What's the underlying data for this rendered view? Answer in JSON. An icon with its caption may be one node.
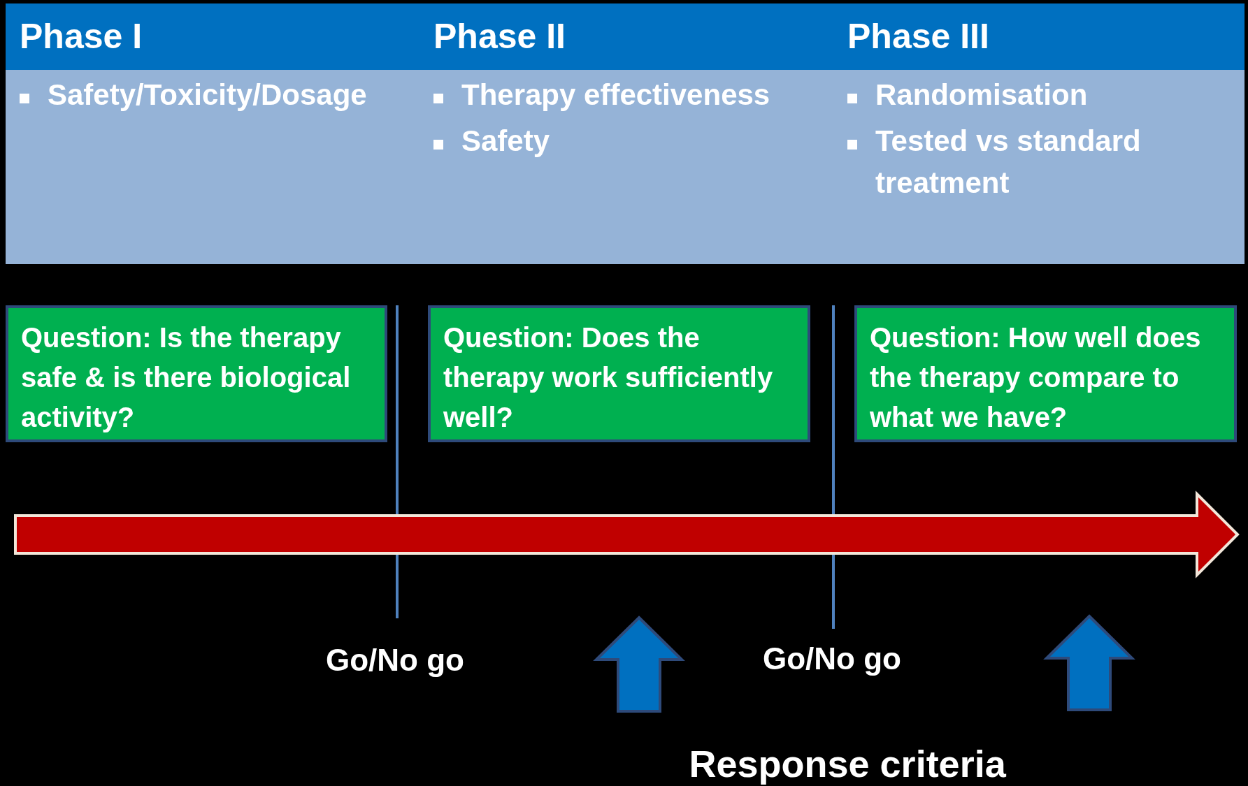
{
  "diagram": {
    "nodes": [
      {
        "text": [
          "Phase I",
          "Safety/Toxicity/Dosage"
        ]
      },
      {
        "text": [
          "Phase II",
          "Therapy effectiveness",
          "Safety"
        ]
      },
      {
        "text": [
          "Phase III",
          "Randomisation",
          "Tested vs standard treatment"
        ]
      },
      {
        "text": [
          "Question: Is the therapy safe & is there biological activity?"
        ]
      },
      {
        "text": [
          "Question: Does the therapy work sufficiently well?"
        ]
      },
      {
        "text": [
          "Question: How well does the therapy compare to what we have?"
        ]
      }
    ],
    "labels": [
      "Go/No go",
      "Go/No go",
      "Response criteria"
    ]
  }
}
